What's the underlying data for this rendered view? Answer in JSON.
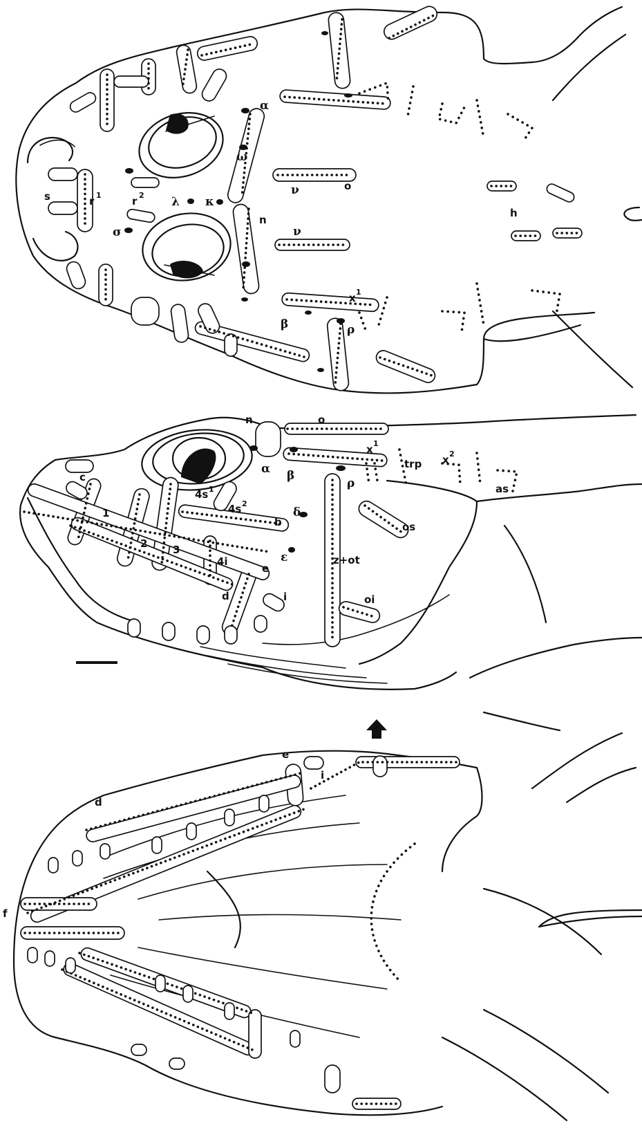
{
  "dorsal_view": {
    "labels": {
      "alpha": "α",
      "omega": "ω",
      "nu": "ν",
      "o": "o",
      "s": "s",
      "r1": "r",
      "r1_sup": "1",
      "r2": "r",
      "r2_sup": "2",
      "lambda": "λ",
      "kappa": "κ",
      "sigma": "σ",
      "n": "n",
      "upsilon": "ν",
      "h": "h",
      "x1": "x",
      "x1_sup": "1",
      "beta": "β",
      "rho": "ρ"
    }
  },
  "lateral_view": {
    "labels": {
      "n": "n",
      "o": "o",
      "x1": "x",
      "x1_sup": "1",
      "trp": "trp",
      "x2": "x",
      "x2_sup": "2",
      "alpha": "α",
      "beta": "β",
      "rho": "ρ",
      "as": "as",
      "c": "c",
      "s4_1": "4s",
      "s4_1_sup": "1",
      "s4_2": "4s",
      "s4_2_sup": "2",
      "one": "1",
      "two": "2",
      "three": "3",
      "b": "b",
      "delta": "δ",
      "os": "os",
      "four_i": "4i",
      "epsilon": "ε",
      "z_ot": "z+ot",
      "e": "e",
      "i": "i",
      "d": "d",
      "oi": "oi"
    }
  },
  "ventral_view": {
    "labels": {
      "e": "e",
      "i": "i",
      "d": "d",
      "f": "f"
    }
  }
}
